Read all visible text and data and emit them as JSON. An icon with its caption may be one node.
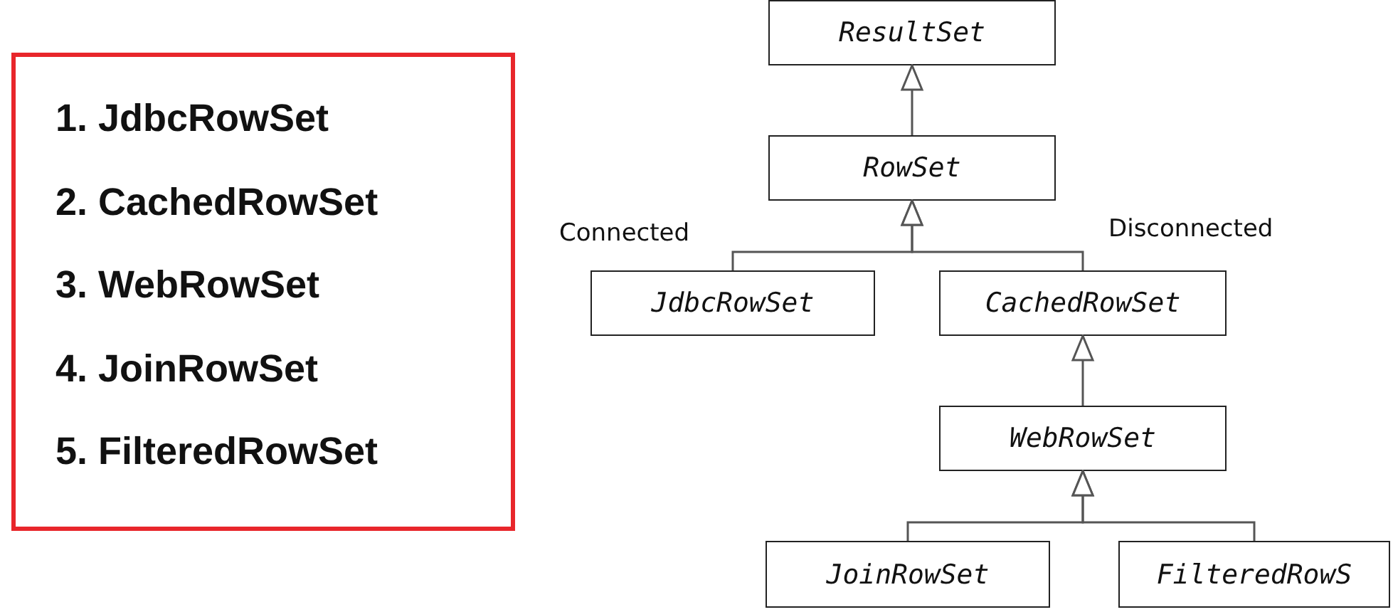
{
  "diagram": {
    "nodes": [
      {
        "text": [
          "1. JdbcRowSet",
          "2. CachedRowSet",
          "3. WebRowSet",
          "4. JoinRowSet",
          "5. FilteredRowSet"
        ]
      },
      {
        "text": [
          "ResultSet"
        ]
      },
      {
        "text": [
          "RowSet"
        ]
      },
      {
        "text": [
          "JdbcRowSet"
        ],
        "beside": [
          "Connected"
        ]
      },
      {
        "text": [
          "CachedRowSet"
        ],
        "beside": [
          "Disconnected"
        ]
      },
      {
        "text": [
          "WebRowSet"
        ]
      },
      {
        "text": [
          "JoinRowSet"
        ]
      },
      {
        "text": [
          "FilteredRowS"
        ]
      }
    ],
    "edges": [
      {
        "from": 2,
        "to": 1,
        "arrow": "to"
      },
      {
        "from": 3,
        "to": 2,
        "arrow": "to"
      },
      {
        "from": 4,
        "to": 2,
        "arrow": "to"
      },
      {
        "from": 5,
        "to": 4,
        "arrow": "to"
      },
      {
        "from": 6,
        "to": 5,
        "arrow": "to"
      },
      {
        "from": 7,
        "to": 5,
        "arrow": "to"
      }
    ]
  }
}
